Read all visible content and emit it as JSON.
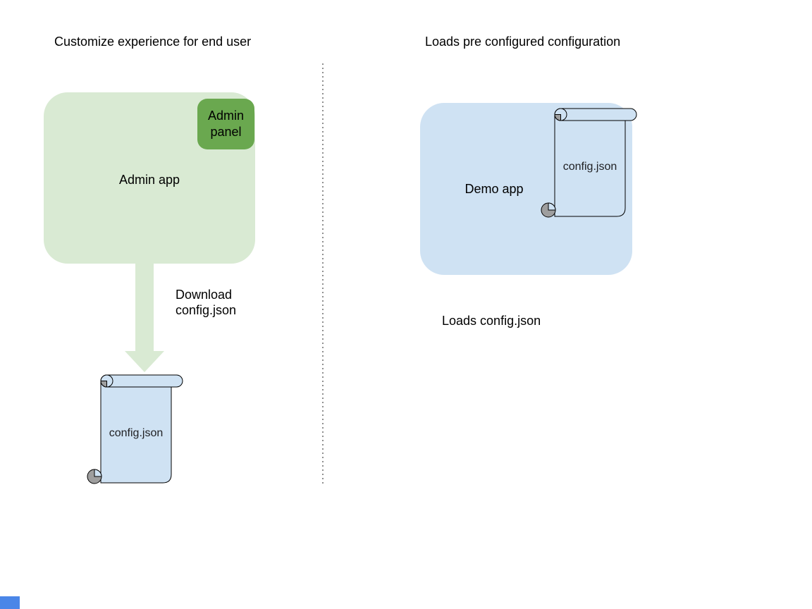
{
  "left_section": {
    "title": "Customize experience for end user",
    "admin_app": {
      "label": "Admin app",
      "panel_label": "Admin panel"
    },
    "arrow_label": "Download\nconfig.json",
    "config_file": {
      "label": "config.json"
    }
  },
  "right_section": {
    "title": "Loads pre configured configuration",
    "demo_app": {
      "label": "Demo app"
    },
    "config_file": {
      "label": "config.json"
    },
    "caption": "Loads config.json"
  },
  "colors": {
    "light_green": "#d9ead3",
    "dark_green": "#6aa84f",
    "light_blue": "#cfe2f3",
    "scroll_stroke": "#000000",
    "curl_gray": "#9e9e9e",
    "divider_gray": "#8f8f8f",
    "text": "#000000",
    "corner_blue": "#4a86e8"
  }
}
